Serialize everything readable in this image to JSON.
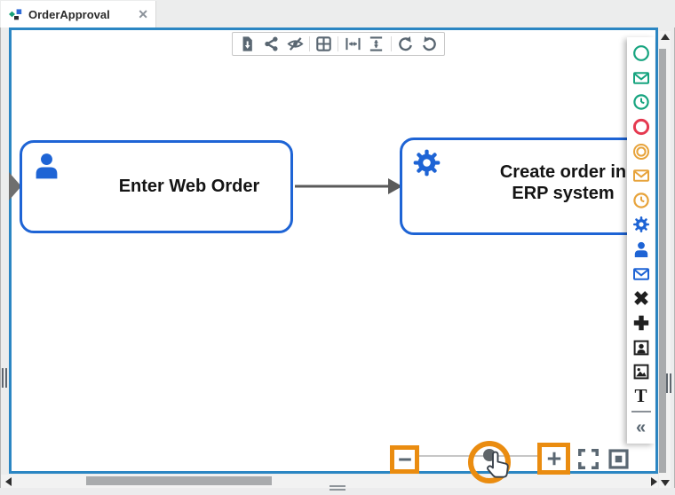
{
  "tab": {
    "title": "OrderApproval",
    "close_glyph": "✕",
    "icon": "bpmn-diagram-icon"
  },
  "toolbar": {
    "items": [
      "export-document",
      "share",
      "hide-decorations",
      "grid",
      "fit-width",
      "fit-height",
      "undo",
      "redo"
    ]
  },
  "canvas": {
    "nodes": [
      {
        "id": "task-enter-web-order",
        "type": "user-task",
        "icon": "user-icon",
        "label": "Enter Web Order"
      },
      {
        "id": "task-create-order-erp",
        "type": "service-task",
        "icon": "gear-icon",
        "label": "Create order in ERP system"
      }
    ],
    "connections": [
      {
        "from": "task-enter-web-order",
        "to": "task-create-order-erp"
      },
      {
        "from": "off-screen-left",
        "to": "task-enter-web-order"
      }
    ]
  },
  "palette": {
    "items": [
      "start-event",
      "message-start-event",
      "timer-start-event",
      "end-event",
      "intermediate-event",
      "message-intermediate-event",
      "timer-intermediate-event",
      "service-task",
      "user-task",
      "message-task",
      "exclusive-gateway",
      "parallel-gateway",
      "participant",
      "image-annotation",
      "text-annotation"
    ],
    "text_annotation_glyph": "T",
    "collapse_glyph": "«"
  },
  "zoom_controls": {
    "zoom_out_glyph": "−",
    "zoom_in_glyph": "+",
    "buttons": [
      "zoom-out",
      "zoom-slider",
      "zoom-in",
      "fullscreen",
      "fit-to-screen"
    ]
  },
  "annotations": {
    "highlight_color": "#EA8C10",
    "highlighted": [
      "zoom-out-button",
      "zoom-slider-handle",
      "zoom-in-button"
    ],
    "cursor": "hand-pointer"
  },
  "colors": {
    "canvas_border": "#2B86C3",
    "node_border": "#1E64D5",
    "flow_arrow": "#5A5A5A",
    "palette_green": "#16A47F",
    "palette_red": "#E53950",
    "palette_orange": "#E7A33B",
    "palette_blue": "#1E64D5",
    "toolbar_icon": "#5A6772",
    "annotation_orange": "#EA8C10"
  }
}
